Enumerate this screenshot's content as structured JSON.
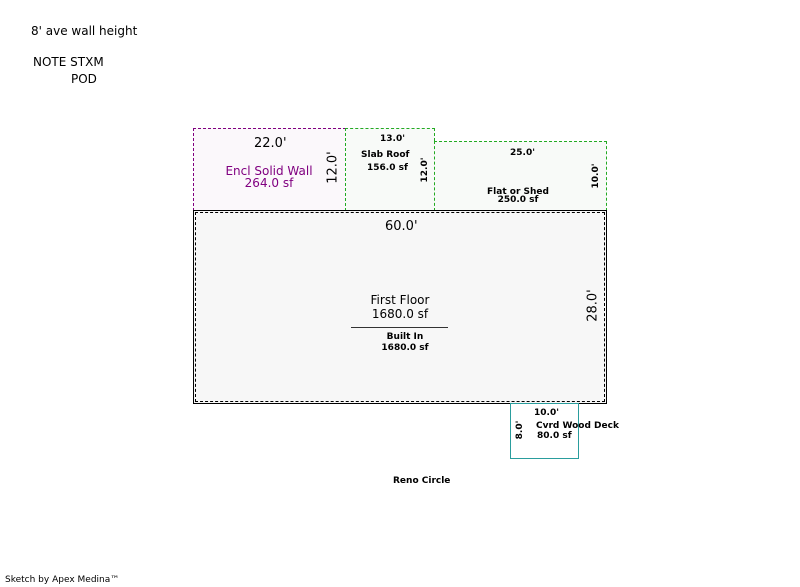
{
  "notes": {
    "wall_height": "8' ave wall height",
    "note_line1": "NOTE STXM",
    "note_line2": "POD"
  },
  "areas": {
    "encl_solid_wall": {
      "width_dim": "22.0'",
      "height_dim": "12.0'",
      "name": "Encl Solid Wall",
      "area": "264.0 sf",
      "color": "#800080"
    },
    "slab_roof": {
      "width_dim": "13.0'",
      "height_dim": "12.0'",
      "name": "Slab Roof",
      "area": "156.0 sf",
      "color": "#22aa22"
    },
    "flat_or_shed": {
      "width_dim": "25.0'",
      "height_dim": "10.0'",
      "name": "Flat or Shed",
      "area": "250.0 sf",
      "color": "#22aa22"
    },
    "first_floor": {
      "width_dim": "60.0'",
      "height_dim": "28.0'",
      "name": "First Floor",
      "area": "1680.0 sf",
      "sub_name": "Built In",
      "sub_area": "1680.0 sf",
      "color": "#000000"
    },
    "cvrd_wood_deck": {
      "width_dim": "10.0'",
      "height_dim": "8.0'",
      "name": "Cvrd Wood Deck",
      "area": "80.0 sf",
      "color": "#2a9d9d"
    }
  },
  "street": "Reno Circle",
  "footer": "Sketch by Apex Medina™"
}
